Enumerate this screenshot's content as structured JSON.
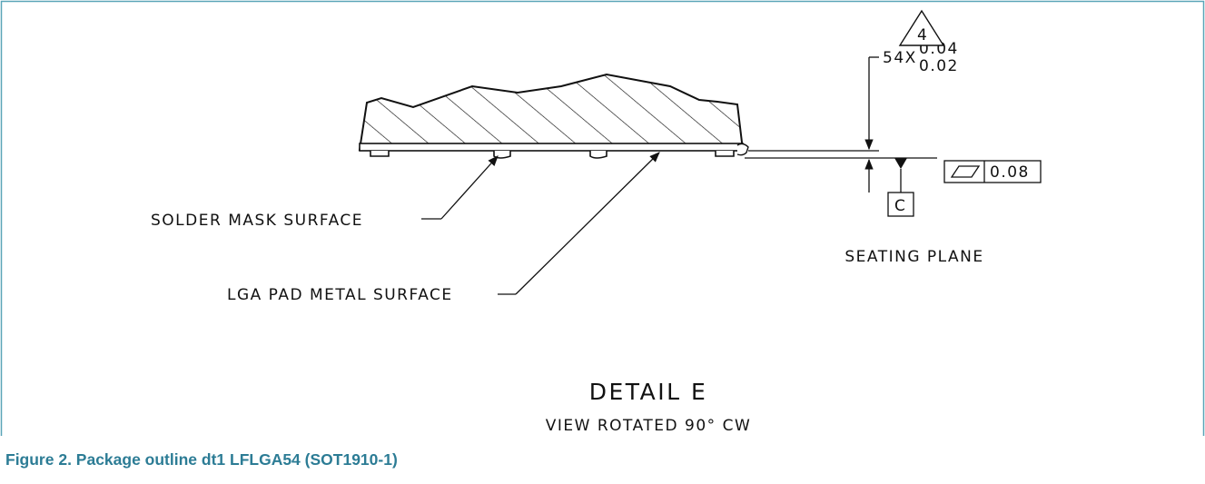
{
  "figure": {
    "caption": "Figure 2.  Package outline dt1 LFLGA54 (SOT1910-1)",
    "border_color": "#5aa5b8",
    "caption_color": "#2c7c95"
  },
  "drawing": {
    "note_number": "4",
    "dimension_prefix": "54X",
    "dimension_upper": "0.04",
    "dimension_lower": "0.02",
    "flatness_value": "0.08",
    "datum_label": "C",
    "seating_plane_label": "SEATING PLANE",
    "solder_mask_label": "SOLDER MASK SURFACE",
    "lga_pad_label": "LGA PAD METAL SURFACE",
    "detail_title": "DETAIL E",
    "detail_subtitle": "VIEW ROTATED 90° CW"
  }
}
